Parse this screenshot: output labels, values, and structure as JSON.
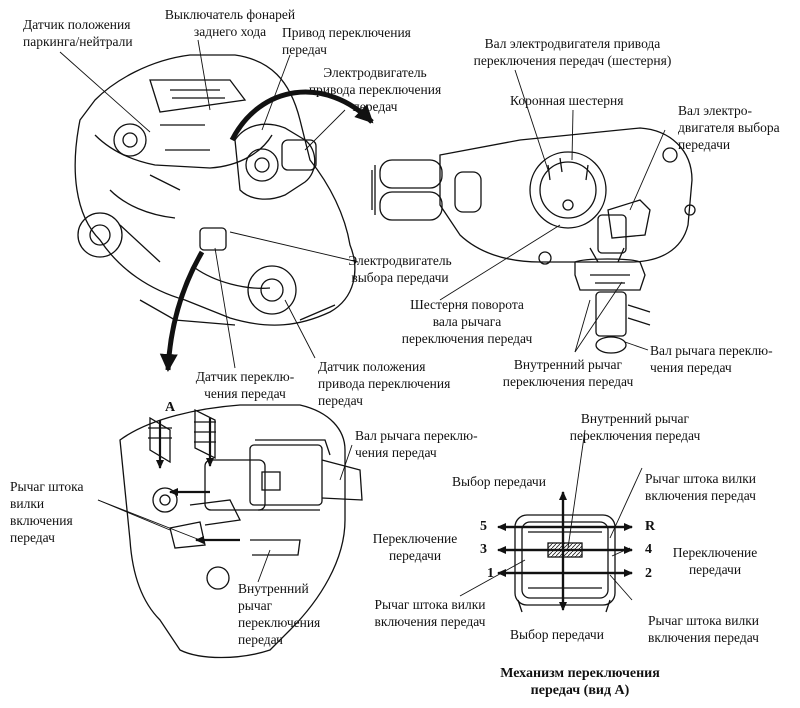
{
  "labels": {
    "park_neutral_sensor": "Датчик положения\nпаркинга/нейтрали",
    "reverse_light_switch": "Выключатель фонарей\nзаднего хода",
    "shift_drive": "Привод переключения\nпередач",
    "shift_drive_motor": "Электродвигатель\nпривода переключения\nпередач",
    "shift_motor_shaft": "Вал электродвигателя привода\nпереключения передач (шестерня)",
    "crown_gear": "Коронная шестерня",
    "select_motor_shaft": "Вал электро-\nдвигателя выбора\nпередачи",
    "select_motor": "Электродвигатель\nвыбора передачи",
    "shift_lever_shaft_gear": "Шестерня поворота\nвала рычага\nпереключения передач",
    "inner_lever_top": "Внутренний рычаг\nпереключения передач",
    "lever_shaft_top": "Вал рычага переклю-\nчения передач",
    "shift_sensor": "Датчик переклю-\nчения передач",
    "shift_drive_position_sensor": "Датчик положения\nпривода переключения\nпередач",
    "fork_rod_lever_left": "Рычаг штока\nвилки\nвключения\nпередач",
    "lever_shaft_bottom": "Вал рычага переклю-\nчения передач",
    "inner_lever_bottom": "Внутренний\nрычаг\nпереключения\nпередач",
    "inner_lever_mech": "Внутренний рычаг\nпереключения передач",
    "gear_select_top": "Выбор передачи",
    "fork_rod_lever_right_top": "Рычаг штока вилки\nвключения передач",
    "shift_left": "Переключение\nпередачи",
    "shift_right": "Переключение\nпередачи",
    "fork_rod_lever_bottom_left": "Рычаг штока вилки\nвключения передач",
    "gear_select_bottom": "Выбор передачи",
    "fork_rod_lever_bottom_right": "Рычаг штока вилки\nвключения передач",
    "caption": "Механизм переключения\nпередач (вид А)"
  },
  "marks": {
    "view_a": "А",
    "gear_5": "5",
    "gear_3": "3",
    "gear_1": "1",
    "gear_r": "R",
    "gear_4": "4",
    "gear_2": "2"
  },
  "colors": {
    "line": "#111111",
    "background": "#ffffff",
    "highlight": "#555555"
  }
}
